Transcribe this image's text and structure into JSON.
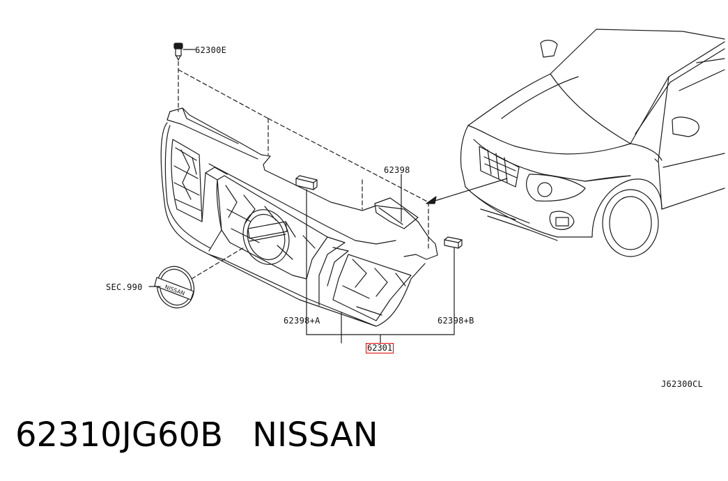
{
  "callouts": {
    "bolt": "62300E",
    "bracket": "62398",
    "section": "SEC.990",
    "pad_a": "62398+A",
    "pad_b": "62398+B",
    "grille": "62301",
    "diagram_code": "J62300CL"
  },
  "caption": {
    "part_number": "62310JG60B",
    "brand": "NISSAN"
  },
  "emblem_text": "NISSAN",
  "colors": {
    "line": "#1a1a1a",
    "highlight": "#e00000"
  }
}
